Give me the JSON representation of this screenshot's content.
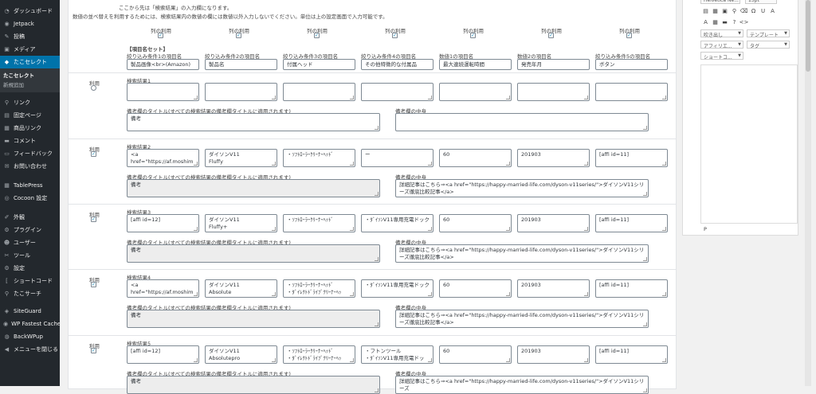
{
  "sidebar": {
    "items": [
      {
        "icon": "dashboard-icon",
        "glyph": "◔",
        "label": "ダッシュボード"
      },
      {
        "icon": "jetpack-icon",
        "glyph": "◉",
        "label": "Jetpack"
      },
      {
        "icon": "pin-icon",
        "glyph": "✎",
        "label": "投稿"
      },
      {
        "icon": "media-icon",
        "glyph": "▣",
        "label": "メディア"
      },
      {
        "icon": "tako-select-icon",
        "glyph": "◆",
        "label": "たこセレクト",
        "active": true
      }
    ],
    "sub_items": [
      "たこセレクト",
      "新規追加"
    ],
    "items2": [
      {
        "icon": "link-icon",
        "glyph": "⚲",
        "label": "リンク"
      },
      {
        "icon": "page-icon",
        "glyph": "▤",
        "label": "固定ページ"
      },
      {
        "icon": "product-link-icon",
        "glyph": "▦",
        "label": "商品リンク"
      },
      {
        "icon": "comment-icon",
        "glyph": "▬",
        "label": "コメント"
      },
      {
        "icon": "feedback-icon",
        "glyph": "▭",
        "label": "フィードバック"
      },
      {
        "icon": "contact-icon",
        "glyph": "✉",
        "label": "お問い合わせ"
      }
    ],
    "items3": [
      {
        "icon": "tablepress-icon",
        "glyph": "▦",
        "label": "TablePress"
      },
      {
        "icon": "cocoon-icon",
        "glyph": "◎",
        "label": "Cocoon 設定"
      }
    ],
    "items4": [
      {
        "icon": "appearance-icon",
        "glyph": "✐",
        "label": "外観"
      },
      {
        "icon": "plugin-icon",
        "glyph": "⚙",
        "label": "プラグイン"
      },
      {
        "icon": "user-icon",
        "glyph": "☻",
        "label": "ユーザー"
      },
      {
        "icon": "tool-icon",
        "glyph": "✂",
        "label": "ツール"
      },
      {
        "icon": "settings-icon",
        "glyph": "⚙",
        "label": "設定"
      },
      {
        "icon": "shortcode-icon",
        "glyph": "[",
        "label": "ショートコード"
      },
      {
        "icon": "tako-search-icon",
        "glyph": "⚲",
        "label": "たこサーチ"
      }
    ],
    "items5": [
      {
        "icon": "siteguard-icon",
        "glyph": "◈",
        "label": "SiteGuard"
      },
      {
        "icon": "wp-fastest-cache-icon",
        "glyph": "◉",
        "label": "WP Fastest Cache"
      },
      {
        "icon": "backwpup-icon",
        "glyph": "◍",
        "label": "BackWPup"
      },
      {
        "icon": "collapse-menu-icon",
        "glyph": "◀",
        "label": "メニューを閉じる"
      }
    ]
  },
  "intro": {
    "line1": "ここから先は「検索結果」の入力欄になります。",
    "line2": "数値の並べ替えを利用するためには、検索結果内の数値の欄には数値以外入力しないでください。単位は上の設定画面で入力可能です。"
  },
  "column_use_label": "列の利用",
  "item_set_label": "【項目名セット】",
  "filter_labels": [
    "絞り込み条件1の項目名",
    "絞り込み条件2の項目名",
    "絞り込み条件3の項目名",
    "絞り込み条件4の項目名",
    "数値1の項目名",
    "数値2の項目名",
    "絞り込み条件5の項目名"
  ],
  "filter_values": [
    "製品画像<br>(Amazon)",
    "製品名",
    "付属ヘッド",
    "その他特徴的な付属品",
    "最大連続運転時間",
    "発売年月",
    "ボタン"
  ],
  "use_label": "利用",
  "remarks_title_label": "備考欄のタイトル(すべての検索結果の備考欄タイトルに適用されます)",
  "remarks_body_label": "備考欄の中身",
  "results": [
    {
      "label": "検索結果1",
      "checked": false,
      "cells": [
        "",
        "",
        "",
        "",
        "",
        "",
        ""
      ],
      "remarks_title": "備考",
      "remarks_body": "",
      "gray": false
    },
    {
      "label": "検索結果2",
      "checked": true,
      "cells": [
        "<a\nhref=\"https://af.moshim",
        "ダイソンV11\nFluffy",
        "・ｿﾌﾄﾛｰﾗｰｸﾘｰﾅｰﾍｯﾄﾞ",
        "ー",
        "60",
        "201903",
        "[affi id=11]"
      ],
      "remarks_title": "備考",
      "remarks_body": "詳細記事はこちら⇒<a href=\"https://happy-married-life.com/dyson-v11series/\">ダイソンV11シリーズ徹底比較記事</a>",
      "gray": true
    },
    {
      "label": "検索結果3",
      "checked": true,
      "cells": [
        "[affi id=12]",
        "ダイソンV11\nFluffy+",
        "・ｿﾌﾄﾛｰﾗｰｸﾘｰﾅｰﾍｯﾄﾞ",
        "・ﾀﾞｲｿﾝV11専用充電ドック",
        "60",
        "201903",
        "[affi id=11]"
      ],
      "remarks_title": "備考",
      "remarks_body": "詳細記事はこちら⇒<a href=\"https://happy-married-life.com/dyson-v11series/\">ダイソンV11シリーズ徹底比較記事</a>",
      "gray": true
    },
    {
      "label": "検索結果4",
      "checked": true,
      "cells": [
        "<a\nhref=\"https://af.moshim",
        "ダイソンV11\nAbsolute",
        "・ｿﾌﾄﾛｰﾗｰｸﾘｰﾅｰﾍｯﾄﾞ\n・ﾀﾞｲﾚｸﾄﾄﾞﾗｲﾌﾞｸﾘｰﾅｰﾍｯ",
        "・ﾀﾞｲｿﾝV11専用充電ドック",
        "60",
        "201903",
        "[affi id=11]"
      ],
      "remarks_title": "備考",
      "remarks_body": "詳細記事はこちら⇒<a href=\"https://happy-married-life.com/dyson-v11series/\">ダイソンV11シリーズ徹底比較記事</a>",
      "gray": true
    },
    {
      "label": "検索結果5",
      "checked": true,
      "cells": [
        "[affi id=12]",
        "ダイソンV11\nAbsolutepro",
        "・ｿﾌﾄﾛｰﾗｰｸﾘｰﾅｰﾍｯﾄﾞ\n・ﾀﾞｲﾚｸﾄﾄﾞﾗｲﾌﾞｸﾘｰﾅｰﾍｯ",
        "・フトンツール\n・ﾀﾞｲｿﾝV11専用充電ドッ",
        "60",
        "201903",
        "[affi id=11]"
      ],
      "remarks_title": "備考",
      "remarks_body": "詳細記事はこちら⇒<a href=\"https://happy-married-life.com/dyson-v11series/\">ダイソンV11シリーズ",
      "gray": true
    }
  ],
  "editor": {
    "font_family": "Helvetica Ne...",
    "font_size": "13pt",
    "dropdowns": [
      "吹き出し",
      "テンプレート",
      "アフィリエ...",
      "タグ",
      "ショートコ..."
    ],
    "status": "P"
  },
  "colors": {
    "sidebar_bg": "#23282d",
    "accent": "#0073aa"
  }
}
